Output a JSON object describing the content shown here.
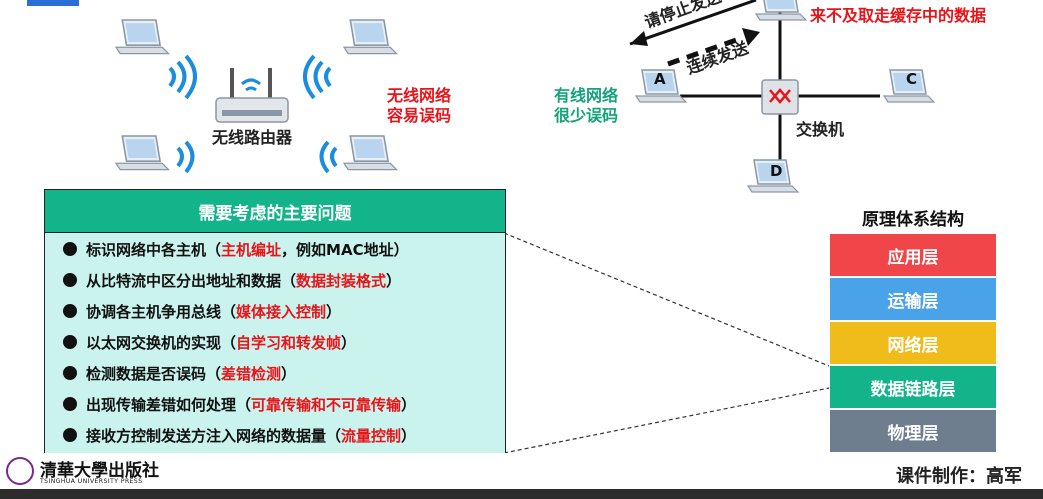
{
  "wireless": {
    "router_label": "无线路由器",
    "error_note": [
      "无线网络",
      "容易误码"
    ]
  },
  "wired": {
    "error_note": [
      "有线网络",
      "很少误码"
    ],
    "switch_label": "交换机",
    "hosts": [
      "A",
      "C",
      "D"
    ],
    "arrow_stop": "请停止发送",
    "arrow_continue": "连续发送",
    "cache_note_bottom": "来不及取走缓存中的数据"
  },
  "issues": {
    "title": "需要考虑的主要问题",
    "items": [
      {
        "text": "标识网络中各主机（",
        "highlight": "主机编址",
        "suffix": "，例如MAC地址）"
      },
      {
        "text": "从比特流中区分出地址和数据（",
        "highlight": "数据封装格式",
        "suffix": "）"
      },
      {
        "text": "协调各主机争用总线（",
        "highlight": "媒体接入控制",
        "suffix": "）"
      },
      {
        "text": "以太网交换机的实现（",
        "highlight": "自学习和转发帧",
        "suffix": "）"
      },
      {
        "text": "检测数据是否误码（",
        "highlight": "差错检测",
        "suffix": "）"
      },
      {
        "text": "出现传输差错如何处理（",
        "highlight": "可靠传输和不可靠传输",
        "suffix": "）"
      },
      {
        "text": "接收方控制发送方注入网络的数据量（",
        "highlight": "流量控制",
        "suffix": "）"
      }
    ]
  },
  "layers": {
    "title": "原理体系结构",
    "items": [
      {
        "label": "应用层",
        "color": "#f0464a"
      },
      {
        "label": "运输层",
        "color": "#4aa3e8"
      },
      {
        "label": "网络层",
        "color": "#f0bc1c"
      },
      {
        "label": "数据链路层",
        "color": "#14b48a"
      },
      {
        "label": "物理层",
        "color": "#6e7e8e"
      }
    ]
  },
  "footer": {
    "publisher_cn": "清華大學出版社",
    "publisher_en": "TSINGHUA UNIVERSITY PRESS",
    "credit": "课件制作：高军"
  },
  "colors": {
    "accent_red": "#e8141a",
    "accent_green": "#13a37a",
    "panel_header": "#14b48a"
  }
}
